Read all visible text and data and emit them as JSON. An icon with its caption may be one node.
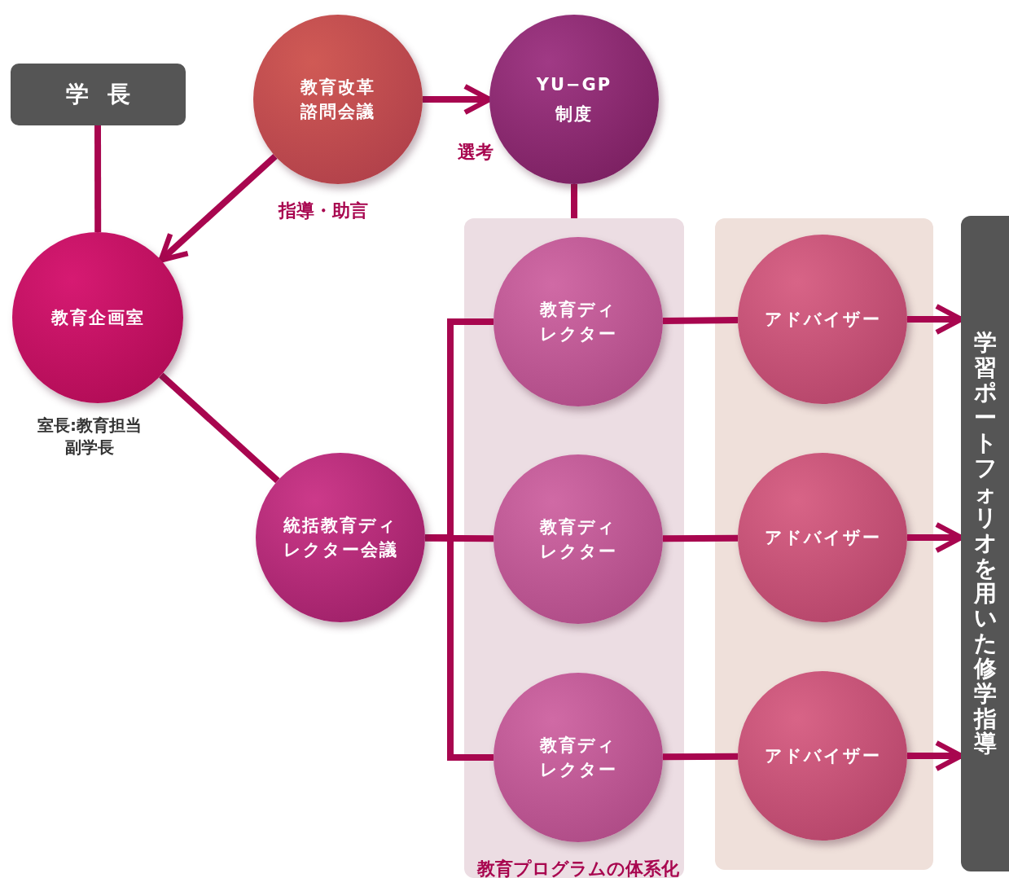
{
  "diagram": {
    "nodes": [
      {
        "text": [
          "学 長"
        ]
      },
      {
        "text": [
          "教育改革諮問会議"
        ]
      },
      {
        "text": [
          "YU−GP",
          "制度"
        ]
      },
      {
        "text": [
          "教育企画室"
        ],
        "beside": [
          "室長:教育担当副学長"
        ]
      },
      {
        "text": [
          "統括教育ディレクター会議"
        ]
      },
      {
        "text": [
          "教育プログラムの体系化"
        ]
      },
      {
        "text": [
          "教育ディレクター"
        ],
        "in": 5
      },
      {
        "text": [
          "教育ディレクター"
        ],
        "in": 5
      },
      {
        "text": [
          "教育ディレクター"
        ],
        "in": 5
      },
      {
        "text": [],
        "shape": "box"
      },
      {
        "text": [
          "アドバイザー"
        ],
        "in": 9
      },
      {
        "text": [
          "アドバイザー"
        ],
        "in": 9
      },
      {
        "text": [
          "アドバイザー"
        ],
        "in": 9
      },
      {
        "text": [
          "学習ポートフォリオを用いた修学指導"
        ]
      }
    ],
    "edges": [
      {
        "from": 0,
        "to": 3,
        "arrow": "none"
      },
      {
        "from": 1,
        "to": 3,
        "arrow": "to",
        "label": "指導・助言"
      },
      {
        "from": 1,
        "to": 2,
        "arrow": "to",
        "label": "選考"
      },
      {
        "from": 2,
        "to": 5,
        "arrow": "none"
      },
      {
        "from": 3,
        "to": 4,
        "arrow": "none"
      },
      {
        "from": 4,
        "to": 6,
        "arrow": "none"
      },
      {
        "from": 4,
        "to": 7,
        "arrow": "none"
      },
      {
        "from": 4,
        "to": 8,
        "arrow": "none"
      },
      {
        "from": 6,
        "to": 10,
        "arrow": "none"
      },
      {
        "from": 7,
        "to": 11,
        "arrow": "none"
      },
      {
        "from": 8,
        "to": 12,
        "arrow": "none"
      },
      {
        "from": 10,
        "to": 13,
        "arrow": "to"
      },
      {
        "from": 11,
        "to": 13,
        "arrow": "to"
      },
      {
        "from": 12,
        "to": 13,
        "arrow": "to"
      }
    ]
  }
}
